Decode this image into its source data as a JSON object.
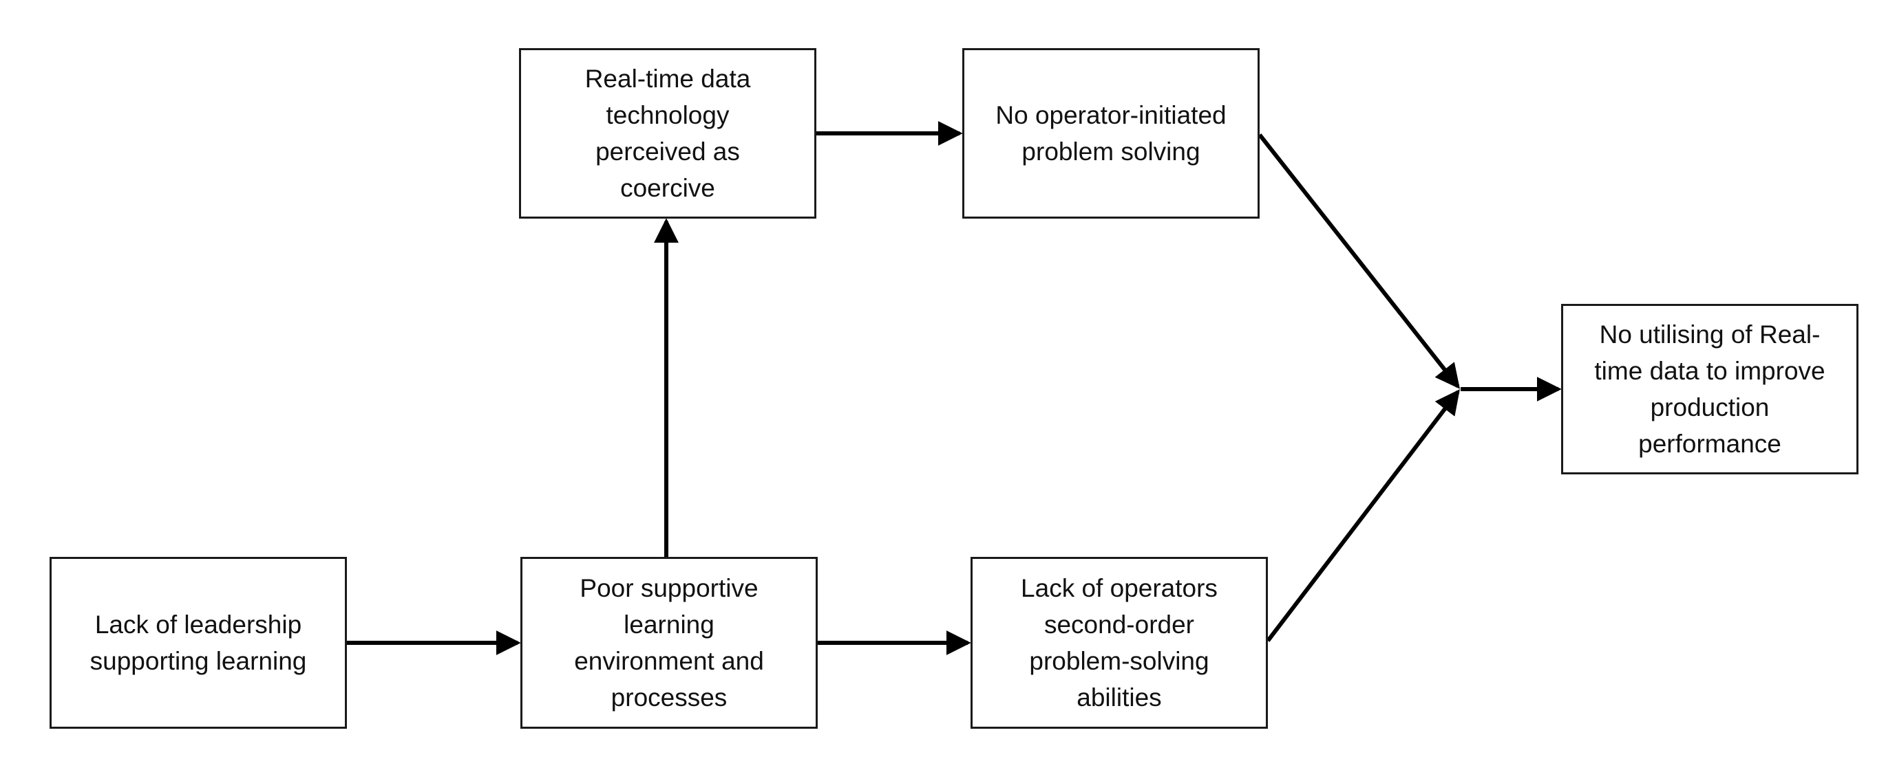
{
  "diagram": {
    "nodes": {
      "coercive": "Real-time data\ntechnology\nperceived as\ncoercive",
      "no_problem_solving": "No operator-initiated\nproblem solving",
      "no_utilising": "No utilising of Real-\ntime data to improve\nproduction\nperformance",
      "lack_leadership": "Lack of leadership\nsupporting learning",
      "poor_environment": "Poor supportive\nlearning\nenvironment and\nprocesses",
      "lack_abilities": "Lack of operators\nsecond-order\nproblem-solving\nabilities"
    },
    "edges": [
      {
        "from": "lack_leadership",
        "to": "poor_environment"
      },
      {
        "from": "poor_environment",
        "to": "coercive"
      },
      {
        "from": "poor_environment",
        "to": "lack_abilities"
      },
      {
        "from": "coercive",
        "to": "no_problem_solving"
      },
      {
        "from": "no_problem_solving",
        "to": "no_utilising"
      },
      {
        "from": "lack_abilities",
        "to": "no_utilising"
      }
    ],
    "colors": {
      "line": "#000000",
      "border": "#1a1a1a",
      "text": "#111111",
      "background": "#ffffff"
    }
  }
}
